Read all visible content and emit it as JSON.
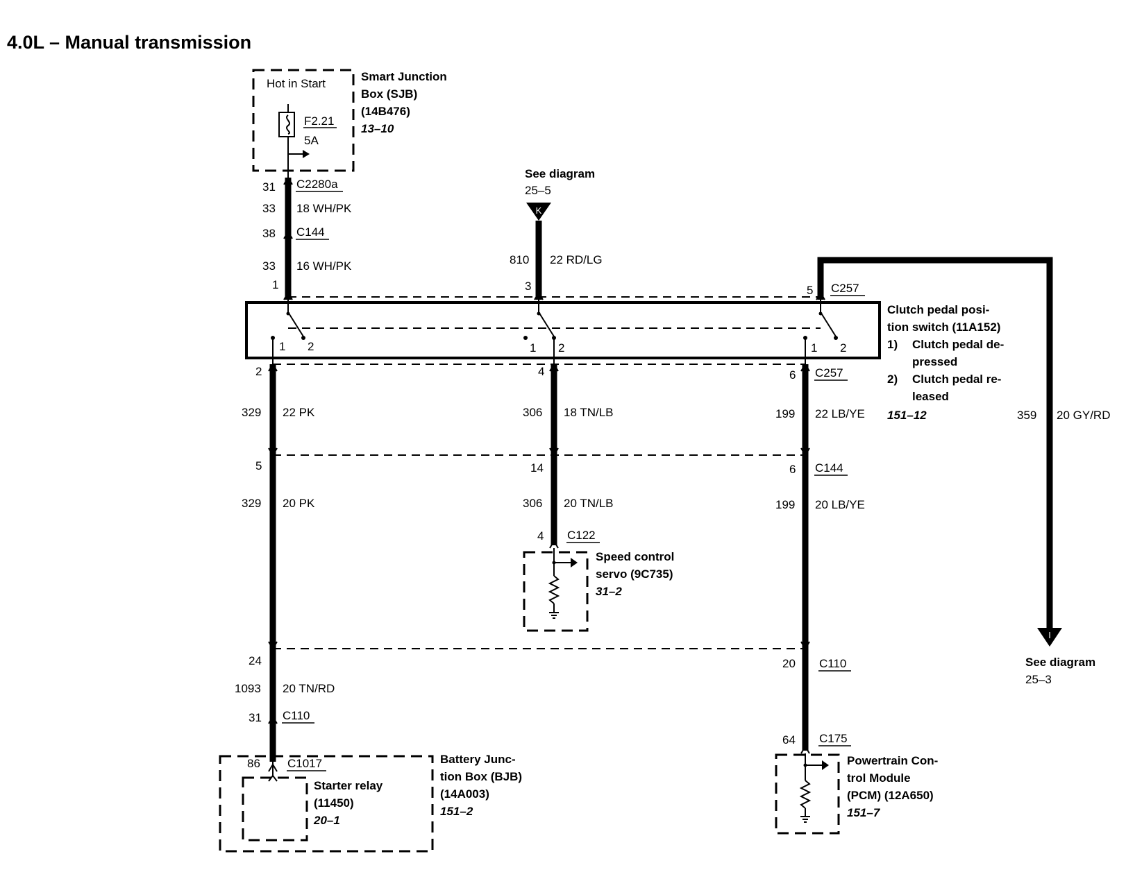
{
  "title": "4.0L – Manual transmission",
  "sjb": {
    "hot_label": "Hot in Start",
    "fuse": "F2.21",
    "fuse_rating": "5A",
    "name_lines": [
      "Smart Junction",
      "Box (SJB)",
      "(14B476)"
    ],
    "ref": "13–10"
  },
  "wire_a": {
    "c2280a_pin": "31",
    "c2280a": "C2280a",
    "circuit_1": "33",
    "gauge_1": "18 WH/PK",
    "c144_pin": "38",
    "c144": "C144",
    "circuit_2": "33",
    "gauge_2": "16 WH/PK",
    "switch_pin": "1"
  },
  "see_k": {
    "line1": "See diagram",
    "line2": "25–5",
    "letter": "K",
    "circuit": "810",
    "gauge": "22 RD/LG",
    "switch_pin": "3"
  },
  "gy_wire": {
    "pin": "5",
    "connector": "C257",
    "circuit": "359",
    "gauge": "20 GY/RD",
    "letter": "I",
    "see_line1": "See diagram",
    "see_line2": "25–3"
  },
  "clutch_switch": {
    "name_lines": [
      "Clutch pedal posi-",
      "tion switch (11A152)"
    ],
    "state1_num": "1)",
    "state1_lines": [
      "Clutch pedal de-",
      "pressed"
    ],
    "state2_num": "2)",
    "state2_lines": [
      "Clutch pedal re-",
      "leased"
    ],
    "ref": "151–12",
    "pole_1": "1",
    "pole_2": "2"
  },
  "wire_pk": {
    "pin_c257": "2",
    "circuit_1": "329",
    "gauge_1": "22 PK",
    "pin_c144": "5",
    "circuit_2": "329",
    "gauge_2": "20 PK",
    "pin_c110_top": "24",
    "circuit_3": "1093",
    "gauge_3": "20 TN/RD",
    "pin_c110": "31",
    "c110": "C110",
    "pin_c1017": "86",
    "c1017": "C1017"
  },
  "wire_tn": {
    "pin_c257": "4",
    "circuit_1": "306",
    "gauge_1": "18 TN/LB",
    "pin_c144": "14",
    "circuit_2": "306",
    "gauge_2": "20 TN/LB",
    "pin_c122": "4",
    "c122": "C122"
  },
  "wire_lb": {
    "pin_c257": "6",
    "c257": "C257",
    "circuit_1": "199",
    "gauge_1": "22 LB/YE",
    "pin_c144": "6",
    "c144": "C144",
    "circuit_2": "199",
    "gauge_2": "20 LB/YE",
    "pin_c110": "20",
    "c110": "C110",
    "pin_c175": "64",
    "c175": "C175"
  },
  "speed_servo": {
    "name_lines": [
      "Speed control",
      "servo (9C735)"
    ],
    "ref": "31–2"
  },
  "starter_relay": {
    "name_lines": [
      "Starter relay",
      "(11450)"
    ],
    "ref": "20–1"
  },
  "bjb": {
    "name_lines": [
      "Battery Junc-",
      "tion Box (BJB)",
      "(14A003)"
    ],
    "ref": "151–2"
  },
  "pcm": {
    "name_lines": [
      "Powertrain Con-",
      "trol Module",
      "(PCM) (12A650)"
    ],
    "ref": "151–7"
  }
}
